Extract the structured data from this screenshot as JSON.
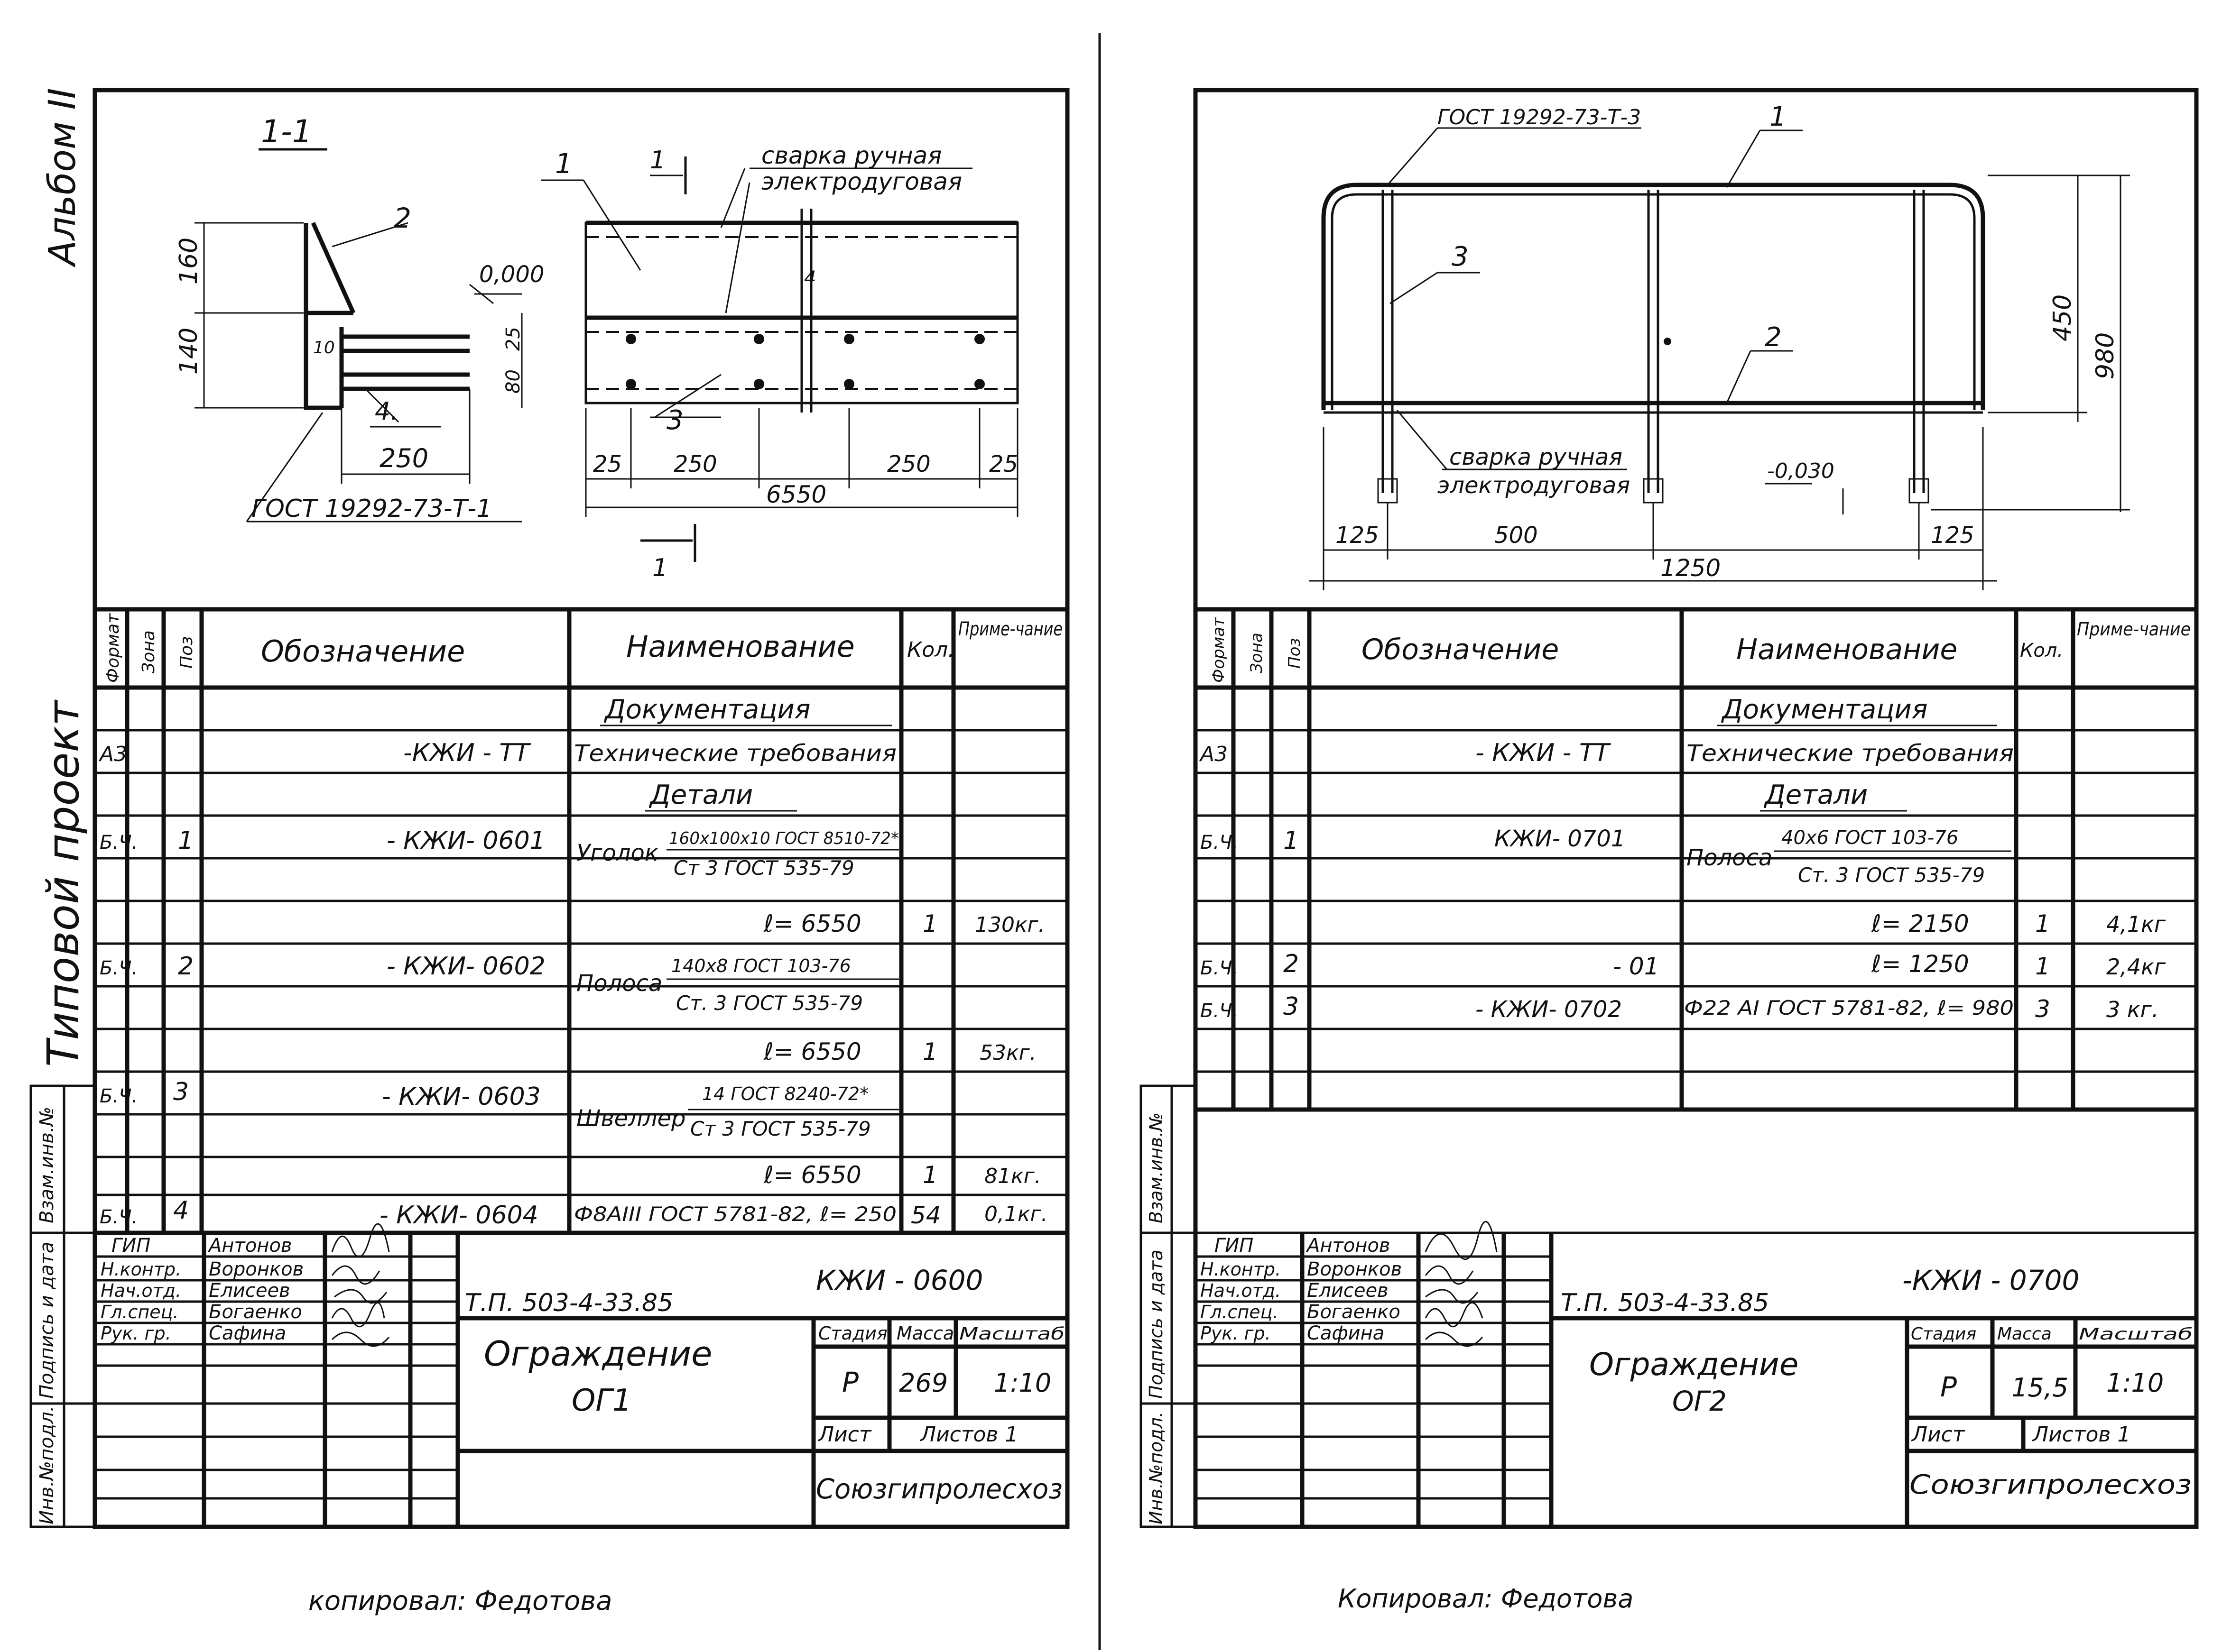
{
  "left": {
    "album": "Альбом II",
    "project": "Типовой проект",
    "side_labels": [
      "Инв.№подл.",
      "Подпись и дата",
      "Взам.инв.№"
    ],
    "drawing": {
      "section": "1-1",
      "gost_weld": "ГОСТ 19292-73-Т-1",
      "weld_note_1": "сварка ручная",
      "weld_note_2": "электродуговая",
      "level": "0,000",
      "pos_callouts": [
        "1",
        "2",
        "3",
        "4.",
        "1"
      ],
      "dims": {
        "h160": "160",
        "h140": "140",
        "d10": "10",
        "d80": "80",
        "d25": "25",
        "w250": "250",
        "s25a": "25",
        "s250a": "250",
        "s250b": "250",
        "s25b": "25",
        "total": "6550",
        "sect_1": "1",
        "sect_1b": "1"
      }
    },
    "spec_headers": [
      "Формат",
      "Зона",
      "Поз",
      "Обозначение",
      "Наименование",
      "Кол.",
      "Приме-чание"
    ],
    "spec_rows": [
      {
        "fmt": "",
        "pos": "",
        "des": "",
        "name": "Документация",
        "qty": "",
        "note": ""
      },
      {
        "fmt": "А3",
        "pos": "",
        "des": "-КЖИ - ТТ",
        "name": "Технические требования",
        "qty": "",
        "note": ""
      },
      {
        "fmt": "",
        "pos": "",
        "des": "",
        "name": "Детали",
        "qty": "",
        "note": ""
      },
      {
        "fmt": "Б.Ч.",
        "pos": "1",
        "des": "- КЖИ- 0601",
        "name": "Уголок",
        "name2": "160х100х10 ГОСТ 8510-72*",
        "name3": "Ст 3 ГОСТ 535-79",
        "qty": "",
        "note": ""
      },
      {
        "fmt": "",
        "pos": "",
        "des": "",
        "name": "ℓ= 6550",
        "qty": "1",
        "note": "130кг."
      },
      {
        "fmt": "Б.Ч.",
        "pos": "2",
        "des": "- КЖИ- 0602",
        "name": "Полоса",
        "name2": "140х8 ГОСТ 103-76",
        "name3": "Ст. 3 ГОСТ 535-79",
        "qty": "",
        "note": ""
      },
      {
        "fmt": "",
        "pos": "",
        "des": "",
        "name": "ℓ= 6550",
        "qty": "1",
        "note": "53кг."
      },
      {
        "fmt": "Б.Ч.",
        "pos": "3",
        "des": "- КЖИ- 0603",
        "name": "Швеллер",
        "name2": "14 ГОСТ 8240-72*",
        "name3": "Ст 3 ГОСТ 535-79",
        "qty": "",
        "note": ""
      },
      {
        "fmt": "",
        "pos": "",
        "des": "",
        "name": "ℓ= 6550",
        "qty": "1",
        "note": "81кг."
      },
      {
        "fmt": "Б.Ч.",
        "pos": "4",
        "des": "- КЖИ- 0604",
        "name": "Ф8АIII ГОСТ 5781-82, ℓ= 250",
        "qty": "54",
        "note": "0,1кг."
      }
    ],
    "stamp": {
      "roles": [
        "ГИП",
        "Н.контр.",
        "Нач.отд.",
        "Гл.спец.",
        "Рук. гр."
      ],
      "names": [
        "Антонов",
        "Воронков",
        "Елисеев",
        "Богаенко",
        "Сафина"
      ],
      "doc_no": "Т.П. 503-4-33.85",
      "code": "КЖИ - 0600",
      "title_1": "Ограждение",
      "title_2": "ОГ1",
      "stage_label": "Стадия",
      "mass_label": "Масса",
      "scale_label": "Масштаб",
      "stage": "Р",
      "mass": "269",
      "scale": "1:10",
      "sheet_label": "Лист",
      "sheets_label": "Листов 1",
      "org": "Союзгипролесхоз"
    },
    "copied": "копировал: Федотова"
  },
  "right": {
    "side_labels": [
      "Инв.№подл.",
      "Подпись и дата",
      "Взам.инв.№"
    ],
    "drawing": {
      "gost_weld": "ГОСТ 19292-73-Т-3",
      "weld_note_1": "сварка ручная",
      "weld_note_2": "электродуговая",
      "level": "-0,030",
      "pos_callouts": [
        "1",
        "2",
        "3"
      ],
      "dims": {
        "h450": "450",
        "h980": "980",
        "d125a": "125",
        "d500": "500",
        "d125b": "125",
        "total": "1250"
      }
    },
    "spec_headers": [
      "Формат",
      "Зона",
      "Поз",
      "Обозначение",
      "Наименование",
      "Кол.",
      "Приме-чание"
    ],
    "spec_rows": [
      {
        "fmt": "",
        "pos": "",
        "des": "",
        "name": "Документация",
        "qty": "",
        "note": ""
      },
      {
        "fmt": "А3",
        "pos": "",
        "des": "- КЖИ - ТТ",
        "name": "Технические требования",
        "qty": "",
        "note": ""
      },
      {
        "fmt": "",
        "pos": "",
        "des": "",
        "name": "Детали",
        "qty": "",
        "note": ""
      },
      {
        "fmt": "Б.Ч.",
        "pos": "1",
        "des": "КЖИ- 0701",
        "name": "Полоса",
        "name2": "40х6 ГОСТ 103-76",
        "name3": "Ст. 3 ГОСТ 535-79",
        "qty": "",
        "note": ""
      },
      {
        "fmt": "",
        "pos": "",
        "des": "",
        "name": "ℓ= 2150",
        "qty": "1",
        "note": "4,1кг"
      },
      {
        "fmt": "Б.Ч.",
        "pos": "2",
        "des": "- 01",
        "name": "ℓ= 1250",
        "qty": "1",
        "note": "2,4кг"
      },
      {
        "fmt": "Б.Ч.",
        "pos": "3",
        "des": "- КЖИ- 0702",
        "name": "Ф22 АI ГОСТ 5781-82, ℓ= 980",
        "qty": "3",
        "note": "3 кг."
      }
    ],
    "stamp": {
      "roles": [
        "ГИП",
        "Н.контр.",
        "Нач.отд.",
        "Гл.спец.",
        "Рук. гр."
      ],
      "names": [
        "Антонов",
        "Воронков",
        "Елисеев",
        "Богаенко",
        "Сафина"
      ],
      "doc_no": "Т.П. 503-4-33.85",
      "code": "-КЖИ - 0700",
      "title_1": "Ограждение",
      "title_2": "ОГ2",
      "stage_label": "Стадия",
      "mass_label": "Масса",
      "scale_label": "Масштаб",
      "stage": "Р",
      "mass": "15,5",
      "scale": "1:10",
      "sheet_label": "Лист",
      "sheets_label": "Листов 1",
      "org": "Союзгипролесхоз"
    },
    "copied": "Копировал: Федотова"
  }
}
